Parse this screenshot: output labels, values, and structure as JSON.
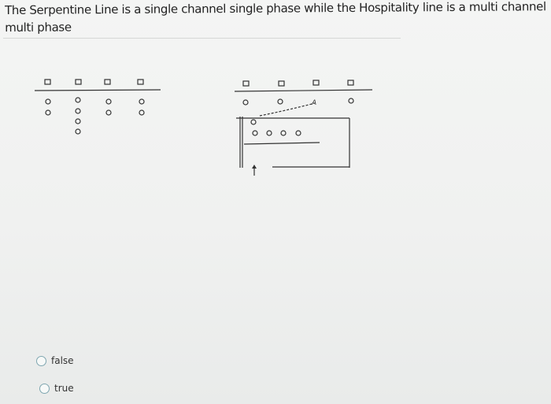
{
  "question": {
    "text_line1": "The Serpentine Line is a single channel single phase while the Hospitality line is a multi channel",
    "text_line2": "multi phase"
  },
  "options": [
    {
      "label": "false"
    },
    {
      "label": "true"
    }
  ],
  "diagram": {
    "right_arrow_label": "A"
  }
}
